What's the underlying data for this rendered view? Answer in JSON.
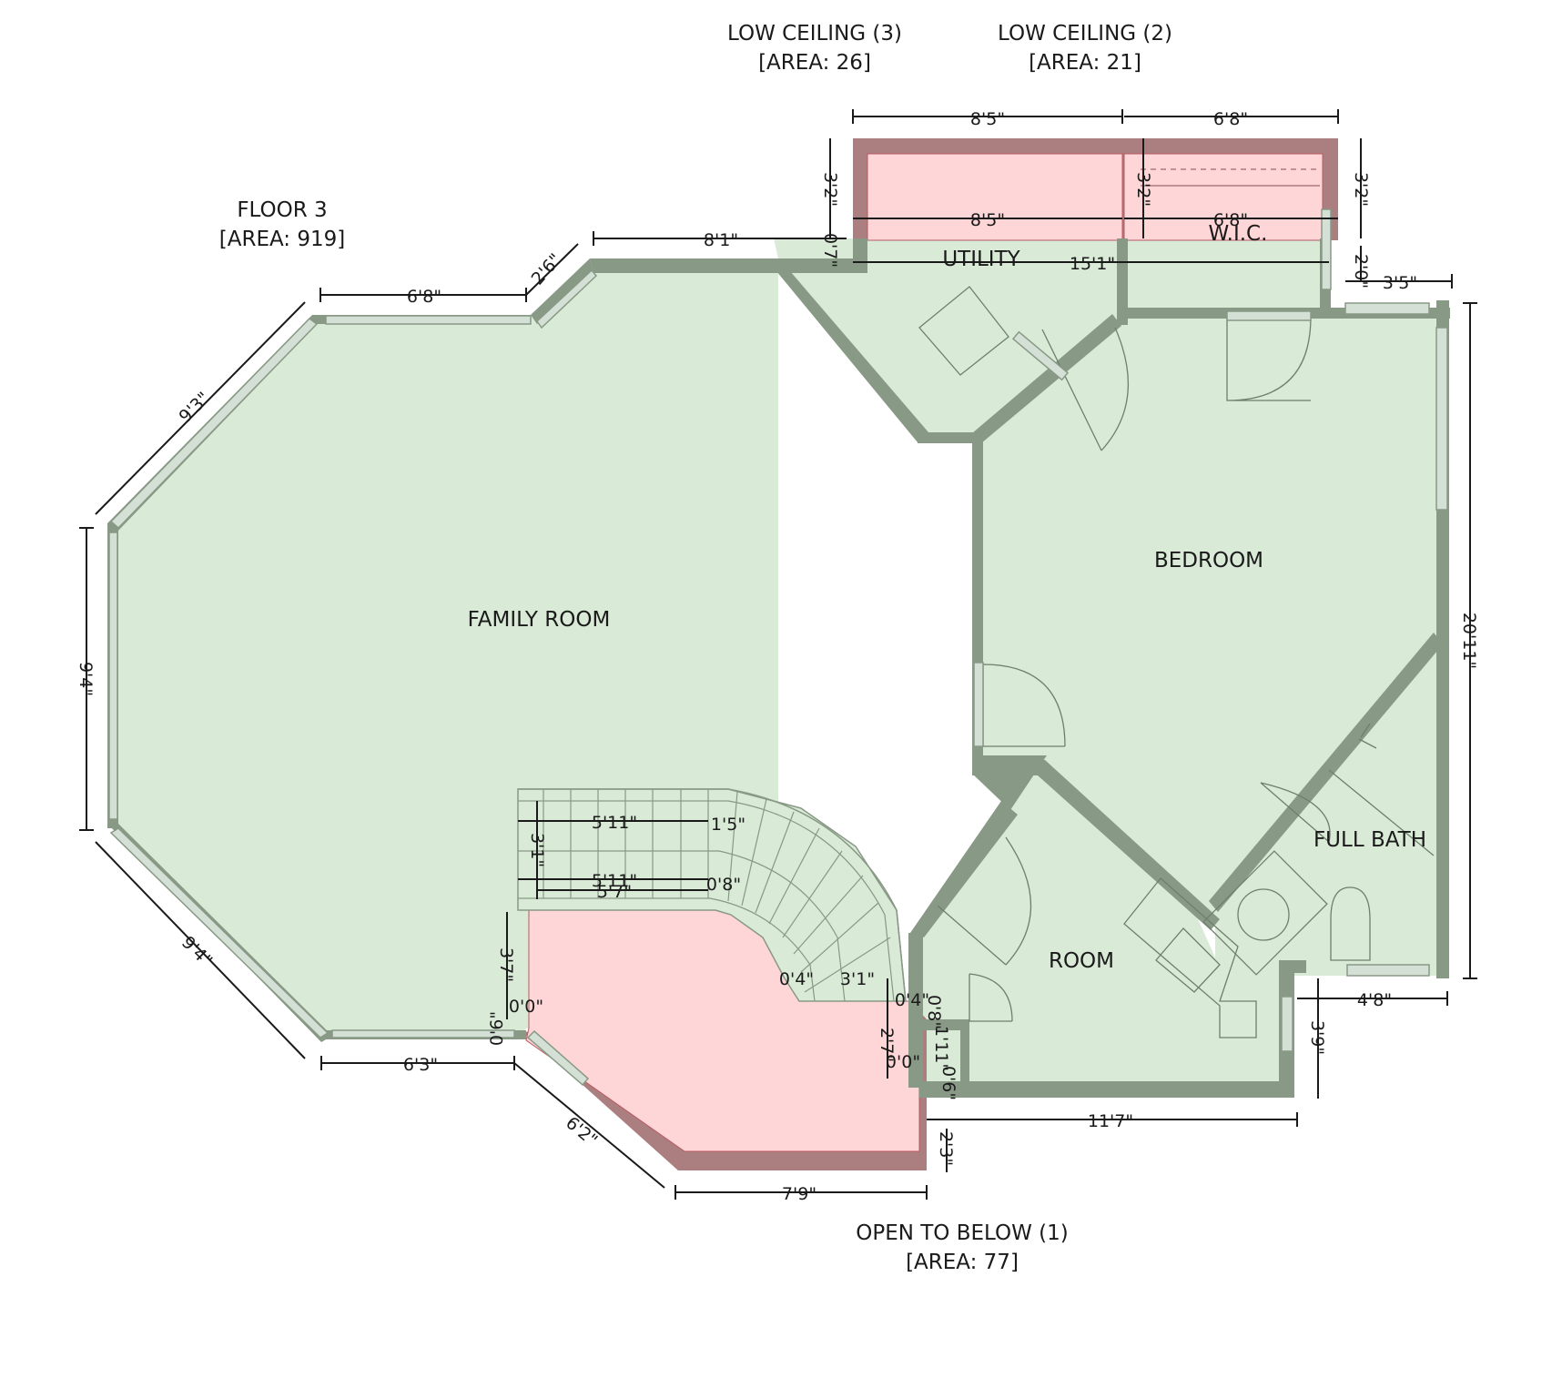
{
  "floor": {
    "title": "FLOOR 3",
    "area": "[AREA: 919]"
  },
  "rooms": {
    "family_room": "FAMILY ROOM",
    "bedroom": "BEDROOM",
    "utility": "UTILITY",
    "wic": "W.I.C.",
    "full_bath": "FULL BATH",
    "room": "ROOM"
  },
  "zones": {
    "low_ceiling_3": {
      "title": "LOW CEILING (3)",
      "area": "[AREA: 26]"
    },
    "low_ceiling_2": {
      "title": "LOW CEILING (2)",
      "area": "[AREA: 21]"
    },
    "open_to_below_1": {
      "title": "OPEN TO BELOW (1)",
      "area": "[AREA: 77]"
    }
  },
  "dimensions": {
    "top_lc3": "8'5\"",
    "top_lc2": "6'8\"",
    "lc3_inner": "8'5\"",
    "lc2_inner": "6'8\"",
    "lc3_left_h": "3'2\"",
    "lc2_left_h": "3'2\"",
    "lc2_right_h": "3'2\"",
    "utility_top": "8'1\"",
    "utility_gap": "0'7\"",
    "utility_wic": "15'1\"",
    "wic_side": "2'0\"",
    "right_top": "3'5\"",
    "angle_top": "2'6\"",
    "family_top": "6'8\"",
    "family_nw": "9'3\"",
    "family_w": "9'4\"",
    "family_sw": "9'4\"",
    "family_bottom": "6'3\"",
    "otb_sw": "6'2\"",
    "otb_bottom": "7'9\"",
    "room_bottom": "11'7\"",
    "bedroom_right": "20'11\"",
    "bath_bottom": "4'8\"",
    "bath_side": "3'9\"",
    "otb_right": "2'7\"",
    "otb_small": "2'3\"",
    "stair_w1": "5'11\"",
    "stair_w2": "5'11\"",
    "stair_w3": "5'7\"",
    "stair_h": "3'1\"",
    "stair_left": "3'7\"",
    "stair_zero": "0'0\"",
    "stair_zero2": "0'6\"",
    "stair_tread": "1'5\"",
    "stair_inner": "0'8\"",
    "stair_bottom": "3'1\"",
    "stair_end": "0'4\"",
    "stair_end2": "0'4\"",
    "stair_v1": "0'8\"",
    "stair_v2": "1'11\"",
    "stair_v3": "0'6\"",
    "stair_zero3": "0'0\""
  },
  "colors": {
    "floor": "#d9ead7",
    "wall": "#889985",
    "low_ceiling": "#ffd6d8",
    "low_ceiling_wall": "#ab7f80",
    "window": "#d4e0d6"
  }
}
